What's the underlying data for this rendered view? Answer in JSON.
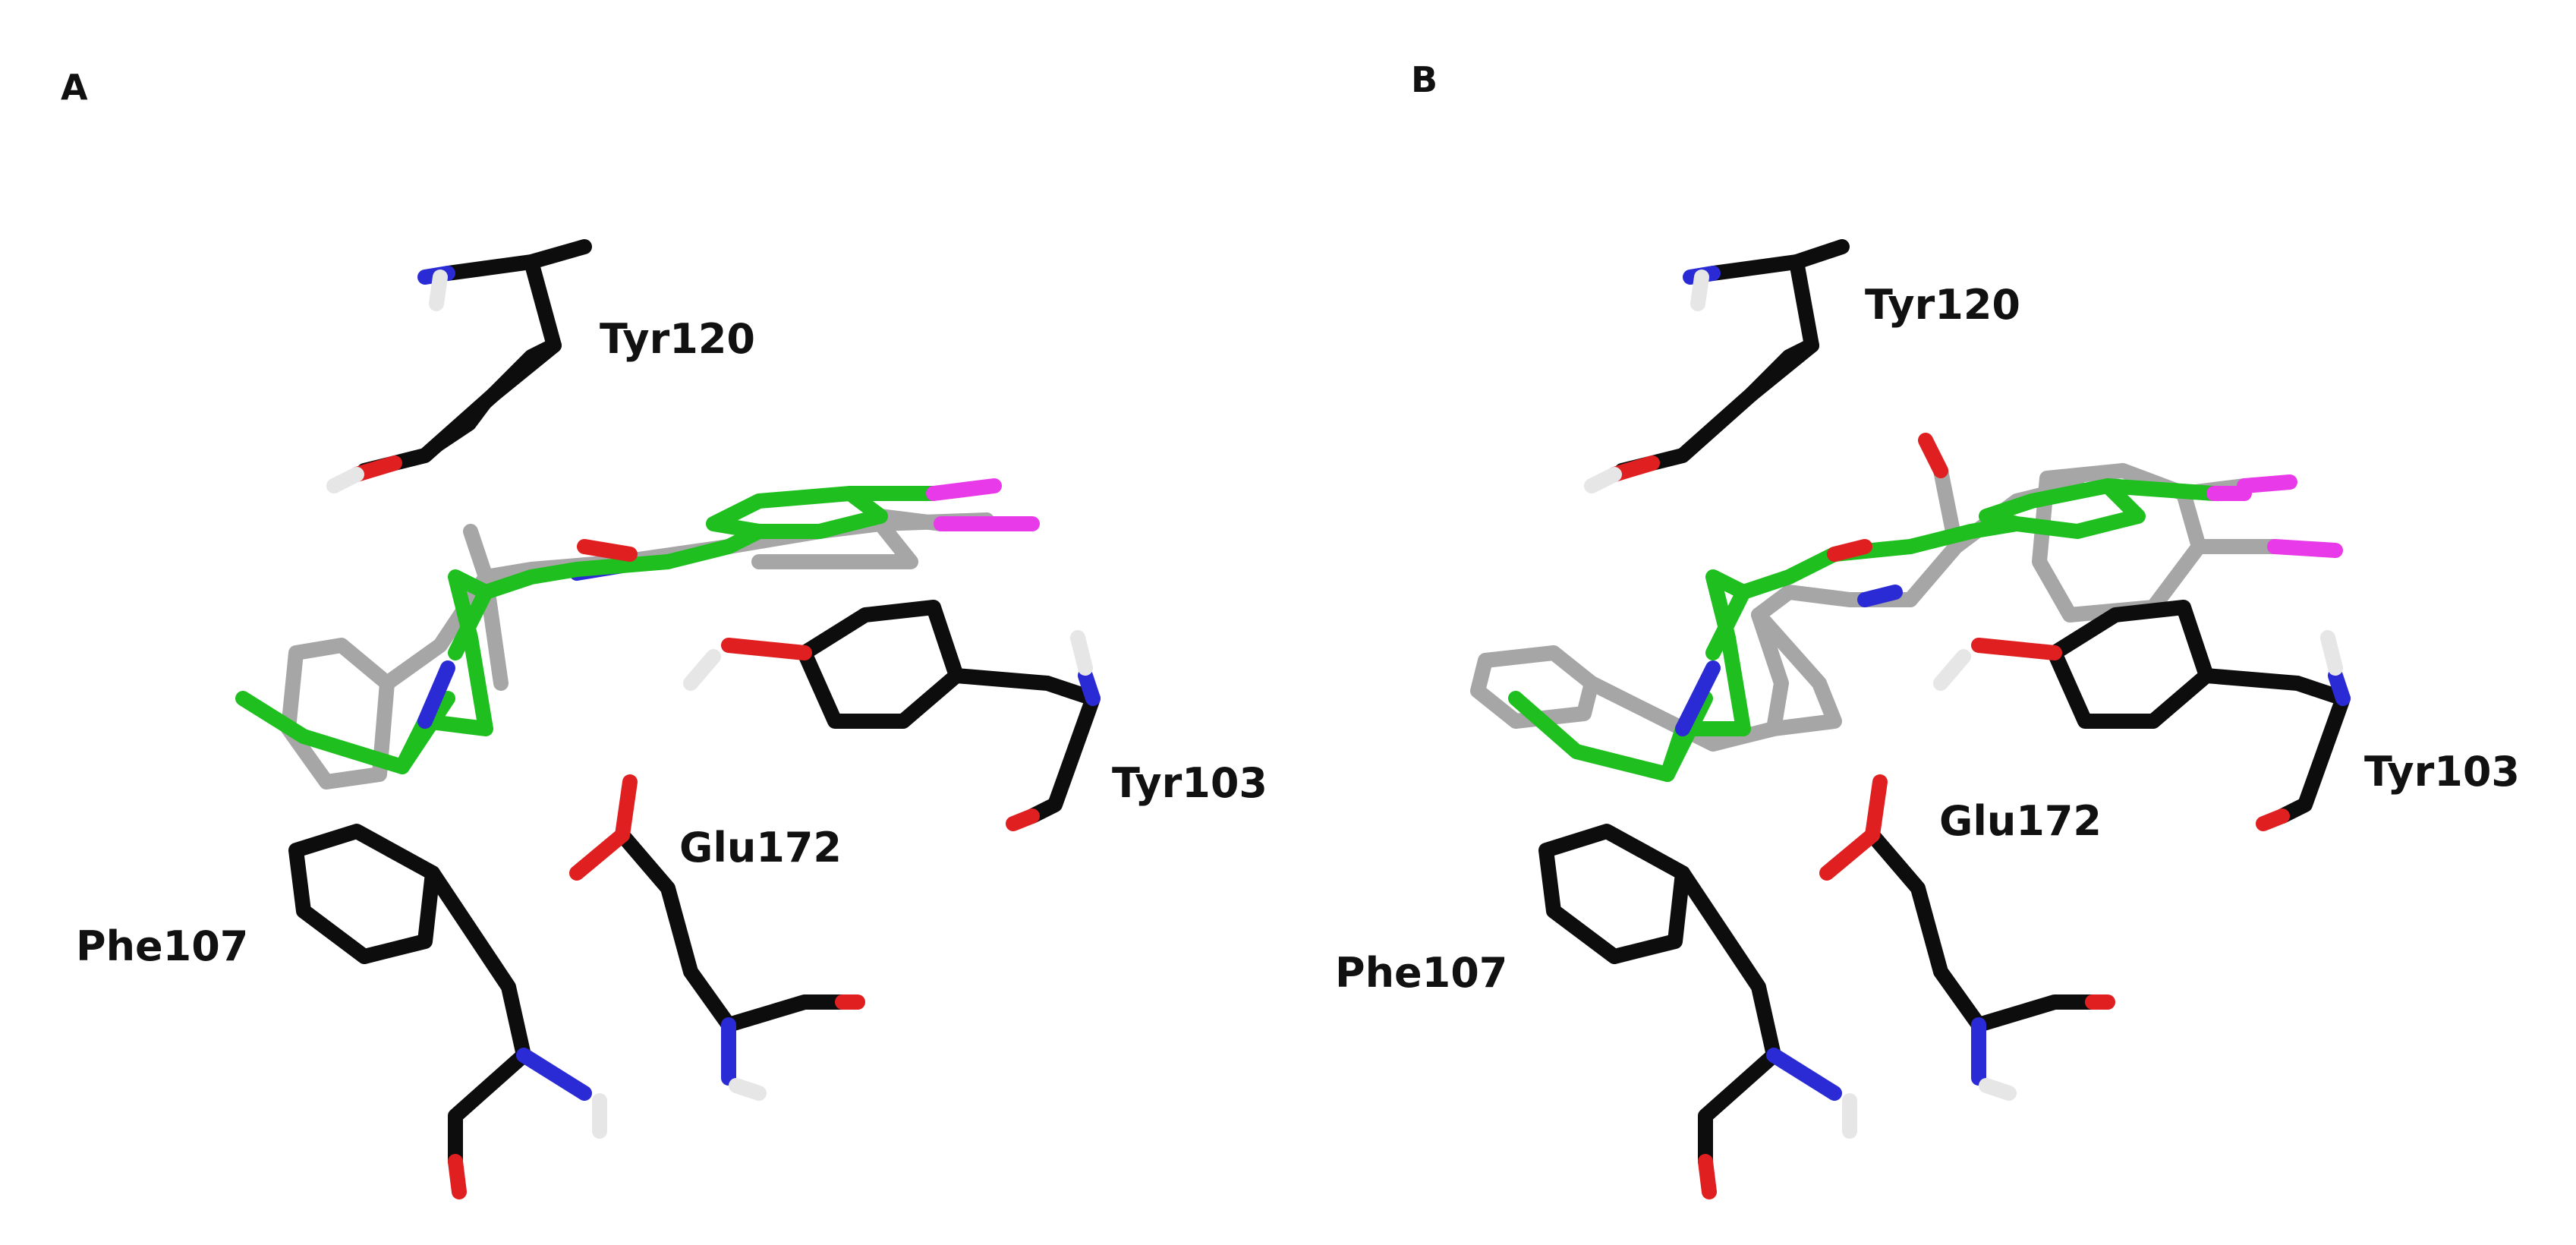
{
  "figure": {
    "panels": [
      {
        "letter": "A",
        "residue_labels": {
          "tyr120": "Tyr120",
          "tyr103": "Tyr103",
          "glu172": "Glu172",
          "phe107": "Phe107"
        }
      },
      {
        "letter": "B",
        "residue_labels": {
          "tyr120": "Tyr120",
          "tyr103": "Tyr103",
          "glu172": "Glu172",
          "phe107": "Phe107"
        }
      }
    ],
    "colors": {
      "residue_carbon": "#0d0d0d",
      "ligand_green": "#1fbf1f",
      "ligand_gray": "#a6a6a6",
      "nitrogen": "#2b2bd6",
      "oxygen": "#e02020",
      "hydrogen": "#e6e6e6",
      "halogen": "#e83ae8"
    }
  }
}
